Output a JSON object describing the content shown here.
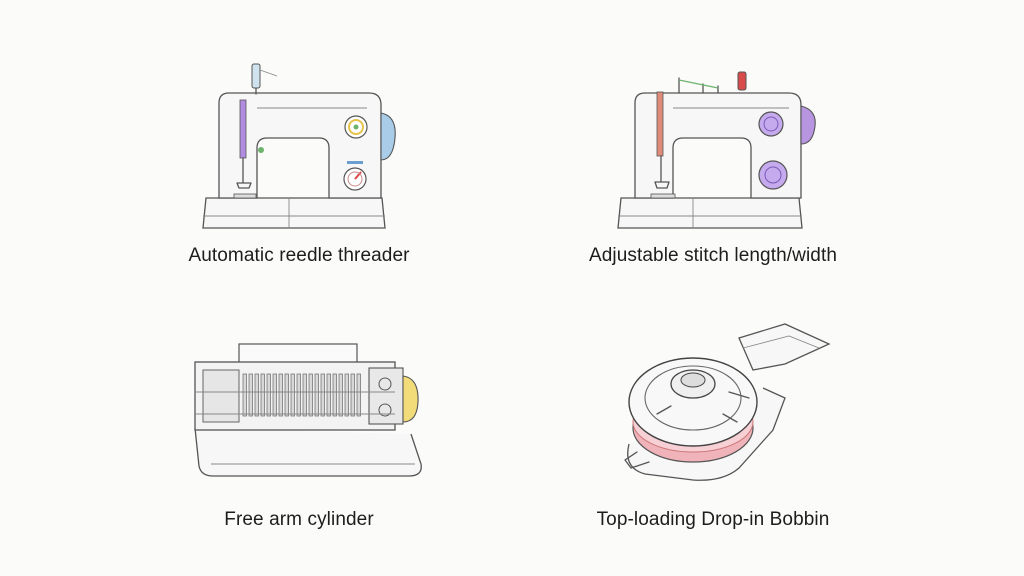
{
  "features": [
    {
      "caption": "Automatic reedle threader",
      "accent": "#b08be0",
      "icon": "sewing-machine"
    },
    {
      "caption": "Adjustable stitch length/width",
      "accent": "#a77ee0",
      "icon": "sewing-machine"
    },
    {
      "caption": "Free arm cylinder",
      "accent": "#f2dc7a",
      "icon": "free-arm-mechanism"
    },
    {
      "caption": "Top-loading Drop-in Bobbin",
      "accent": "#f0a0a8",
      "icon": "bobbin"
    }
  ]
}
